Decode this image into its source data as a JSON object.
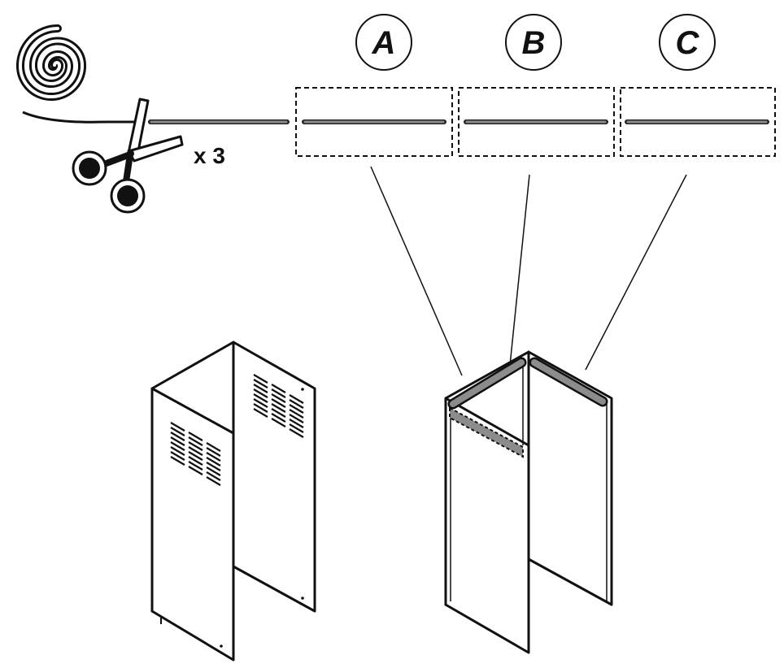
{
  "diagram": {
    "multiplier_text": "x 3",
    "labels": {
      "a": "A",
      "b": "B",
      "c": "C"
    },
    "colors": {
      "ink": "#111111",
      "strip": "#7a7a7a",
      "strip_fill": "#8c8c8c",
      "background": "#ffffff"
    }
  }
}
